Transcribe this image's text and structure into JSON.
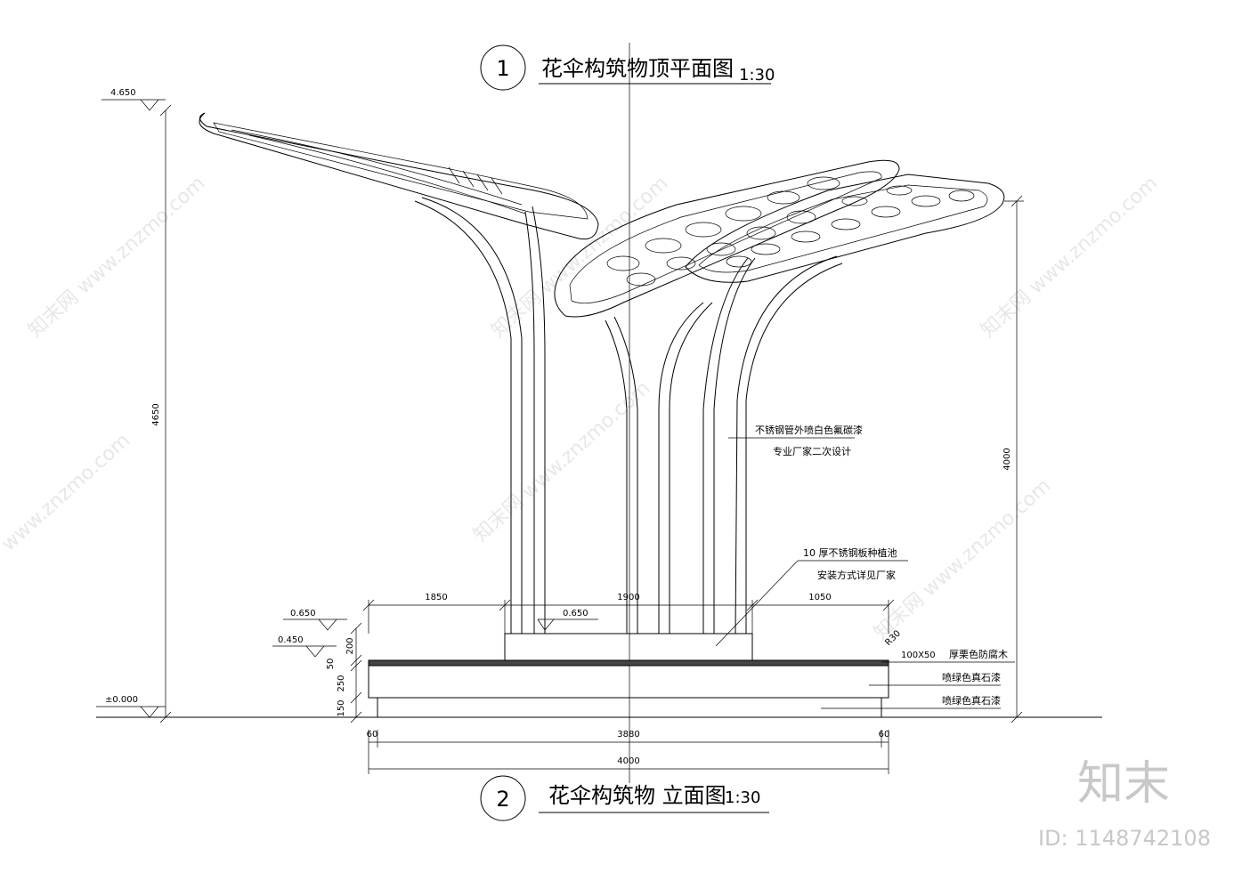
{
  "plan_view": {
    "number": "1",
    "title": "花伞构筑物顶平面图",
    "scale": "1:30"
  },
  "elevation_view": {
    "number": "2",
    "title": "花伞构筑物 立面图",
    "scale": "1:30"
  },
  "elevation_marks": {
    "top": "4.650",
    "ground": "±0.000",
    "planter_top": "0.650",
    "planter_top_inner": "0.650",
    "deck": "0.450"
  },
  "dimensions": {
    "total_height": "4650",
    "right_height": "4000",
    "top_left": "1850",
    "top_mid": "1900",
    "top_right": "1050",
    "v200": "200",
    "v50": "50",
    "v250": "250",
    "v150": "150",
    "bottom_left": "60",
    "bottom_mid": "3880",
    "bottom_right": "60",
    "bottom_total": "4000"
  },
  "annotations": {
    "pipe_line1": "不锈钢管外喷白色氟碳漆",
    "pipe_line2": "专业厂家二次设计",
    "planter_line1": "10 厚不锈钢板种植池",
    "planter_line2": "安装方式详见厂家",
    "radius": "R30",
    "timber_size": "100X50",
    "timber": "厚栗色防腐木",
    "stone1": "喷绿色真石漆",
    "stone2": "喷绿色真石漆"
  },
  "watermark": {
    "url": "www.znzmo.com",
    "brand": "知末网"
  },
  "logo": {
    "brand": "知末",
    "id": "ID: 1148742108"
  }
}
